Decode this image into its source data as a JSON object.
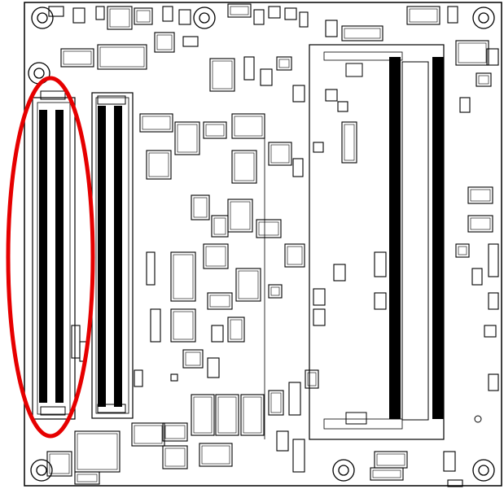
{
  "diagram": {
    "type": "pcb-component-placement",
    "ink_color": "#000000",
    "background_color": "#ffffff",
    "highlight_color": "#e60000",
    "highlight_shape": "ellipse",
    "highlight_target": "left-board-to-board-connector",
    "mounting_holes": 6,
    "connectors": [
      {
        "kind": "board-to-board-connector",
        "position": "left",
        "highlighted": true
      },
      {
        "kind": "board-to-board-connector",
        "position": "center-left",
        "highlighted": false
      },
      {
        "kind": "memory-module-socket",
        "position": "right",
        "highlighted": false
      }
    ]
  }
}
